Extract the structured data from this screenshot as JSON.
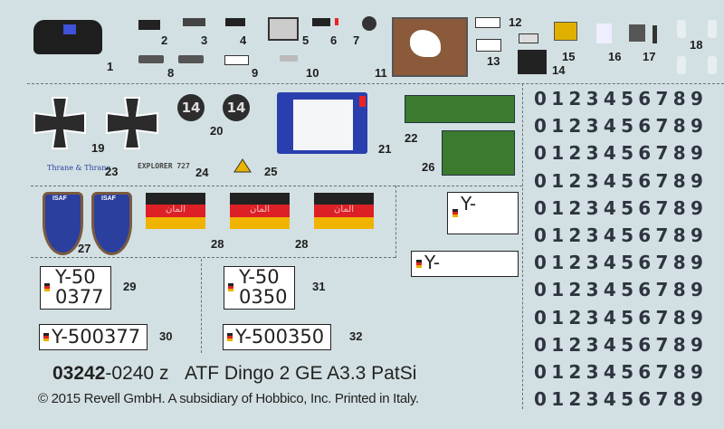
{
  "labels": {
    "n1": "1",
    "n2": "2",
    "n3": "3",
    "n4": "4",
    "n5": "5",
    "n6": "6",
    "n7": "7",
    "n8": "8",
    "n9": "9",
    "n10": "10",
    "n11": "11",
    "n12": "12",
    "n13": "13",
    "n14": "14",
    "n15": "15",
    "n16": "16",
    "n17": "17",
    "n18": "18",
    "n19": "19",
    "n20": "20",
    "n21": "21",
    "n22": "22",
    "n23": "23",
    "n24": "24",
    "n25": "25",
    "n26": "26",
    "n27": "27",
    "n28a": "28",
    "n28b": "28",
    "n29": "29",
    "n30": "30",
    "n31": "31",
    "n32": "32"
  },
  "roundel_text": "14",
  "texts": {
    "thrane": "Thrane & Thrane",
    "explorer": "EXPLORER 727",
    "isaf": "ISAF",
    "flag_arabic": "المان"
  },
  "plates": {
    "p29": {
      "line1": "Y-50",
      "line2": "0377"
    },
    "p30": "Y-500377",
    "p31": {
      "line1": "Y-50",
      "line2": "0350"
    },
    "p32": "Y-500350",
    "blank_tall": "Y-",
    "blank_wide": "Y-"
  },
  "digit_row": "0123456789",
  "footer": {
    "code_bold": "03242",
    "code_rest": "-0240 z",
    "title": "ATF Dingo 2 GE A3.3 PatSi",
    "copyright": "© 2015 Revell GmbH. A subsidiary of Hobbico, Inc. Printed in Italy."
  },
  "colors": {
    "background": "#d3e0e3",
    "green": "#3c7a2e",
    "blue": "#2a3fae",
    "flag_red": "#dd1f26",
    "flag_gold": "#f0b400"
  }
}
